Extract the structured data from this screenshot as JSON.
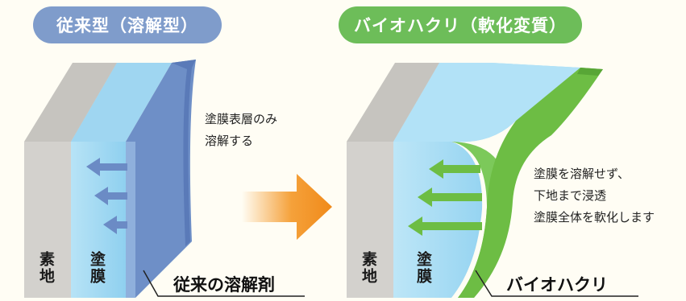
{
  "left_panel": {
    "title": "従来型（溶解型）",
    "label_substrate": "素地",
    "label_film": "塗膜",
    "note_lines": [
      "塗膜表層のみ",
      "溶解する"
    ],
    "caption": "従来の溶解剤"
  },
  "right_panel": {
    "title": "バイオハクリ（軟化変質）",
    "label_substrate": "素地",
    "label_film": "塗膜",
    "note_lines": [
      "塗膜を溶解せず、",
      "下地まで浸透",
      "塗膜全体を軟化します"
    ],
    "caption": "バイオハクリ"
  },
  "colors": {
    "pill_left": "#7f9ccb",
    "pill_right": "#6dbd59",
    "substrate": "#d3d1cd",
    "film": "#a9dbf2",
    "old_agent": "#6b8bc5",
    "bio_agent": "#6dbd44",
    "transition_arrow": "#f39a2b"
  },
  "icons": {
    "left_arrows": "arrow-left-icon",
    "center_arrow": "arrow-right-icon"
  }
}
